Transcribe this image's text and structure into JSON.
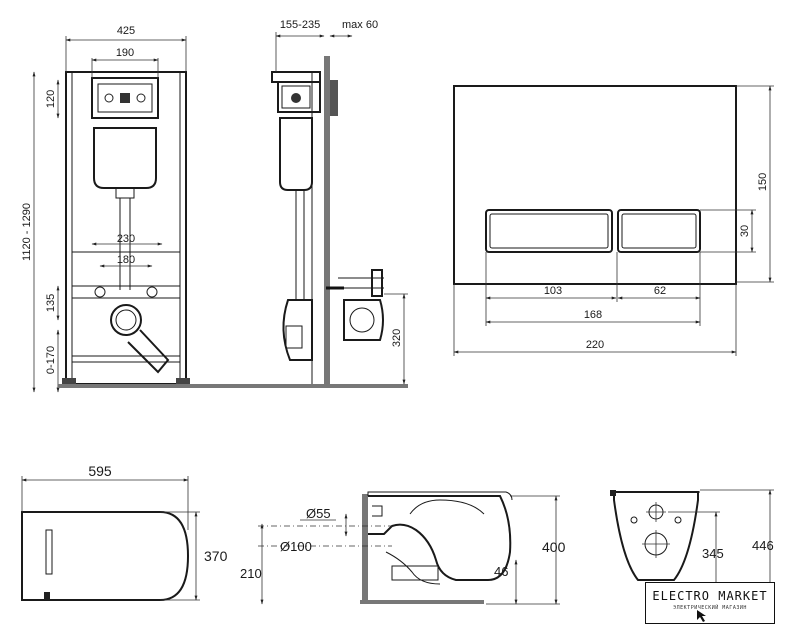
{
  "dimensions": {
    "frame_width": "425",
    "box_width": "190",
    "frame_height": "1120 - 1290",
    "top_box": "120",
    "bracket_230": "230",
    "bracket_180": "180",
    "outlet_height": "135",
    "foot_adjust": "0-170",
    "depth_range": "155-235",
    "max_depth": "max 60",
    "side_320": "320",
    "plate_height": "150",
    "button_height": "30",
    "button_left": "103",
    "button_right": "62",
    "buttons_total": "168",
    "plate_width": "220",
    "bowl_length": "595",
    "bowl_width": "370",
    "pipe_55": "Ø55",
    "pipe_100": "Ø100",
    "floor_210": "210",
    "bowl_height": "400",
    "rim_46": "46",
    "front_345": "345",
    "front_446": "446"
  },
  "logo": {
    "title": "ELECTRO MARKET",
    "subtitle": "ЭЛЕКТРИЧЕСКИЙ МАГАЗИН"
  }
}
